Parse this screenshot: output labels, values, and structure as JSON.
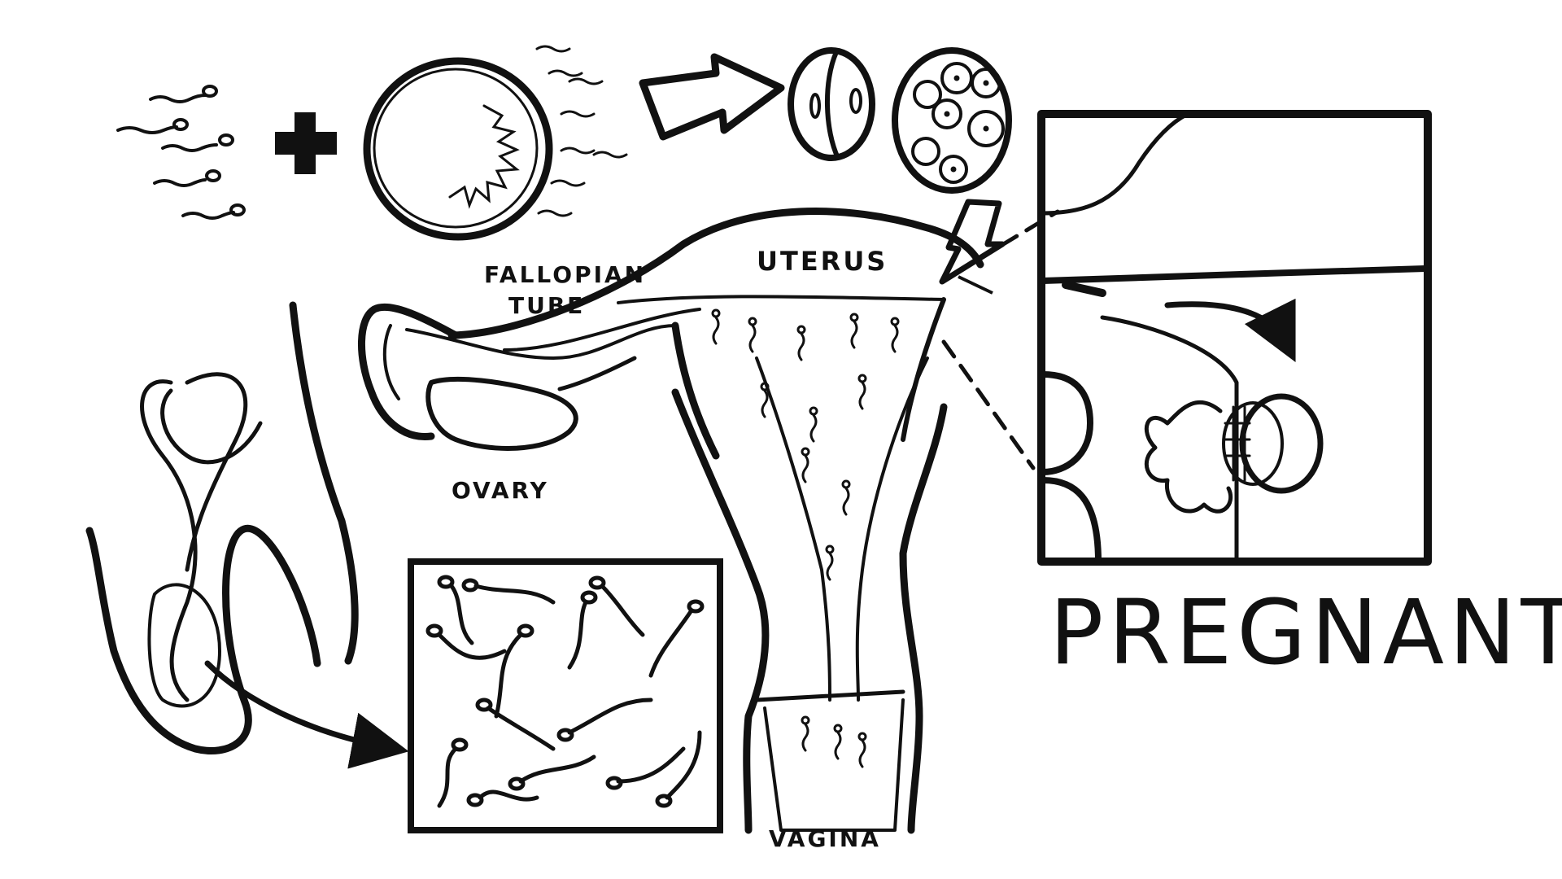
{
  "labels": {
    "fallopian_line1": "FALLOPIAN",
    "fallopian_line2": "TUBE",
    "uterus": "UTERUS",
    "ovary": "OVARY",
    "vagina": "VAGINA",
    "pregnant": "PREGNANT"
  },
  "colors": {
    "ink": "#111111",
    "paper": "#ffffff"
  },
  "icons": [
    "sperm-icon",
    "plus-icon",
    "egg-icon",
    "arrow-icon",
    "two-cell-embryo-icon",
    "morula-icon",
    "lightning-arrow-icon"
  ]
}
